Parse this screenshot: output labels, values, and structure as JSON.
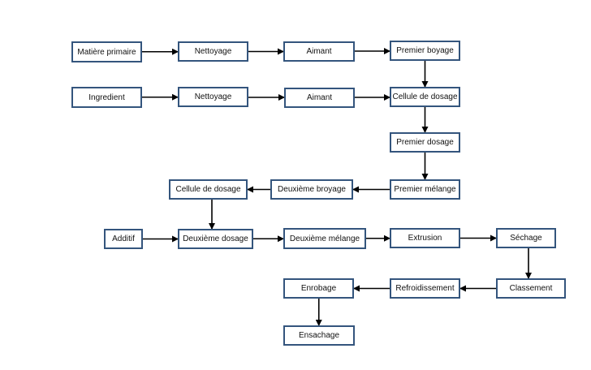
{
  "nodes": {
    "matiere_primaire": "Matière primaire",
    "nettoyage_1": "Nettoyage",
    "aimant_1": "Aimant",
    "premier_boyage": "Premier boyage",
    "ingredient": "Ingredient",
    "nettoyage_2": "Nettoyage",
    "aimant_2": "Aimant",
    "cellule_dosage_1": "Cellule de dosage",
    "premier_dosage": "Premier dosage",
    "premier_melange": "Premier mélange",
    "deuxieme_broyage": "Deuxième broyage",
    "cellule_dosage_2": "Cellule de dosage",
    "additif": "Additif",
    "deuxieme_dosage": "Deuxième dosage",
    "deuxieme_melange": "Deuxième mélange",
    "extrusion": "Extrusion",
    "sechage": "Séchage",
    "classement": "Classement",
    "refroidissement": "Refroidissement",
    "enrobage": "Enrobage",
    "ensachage": "Ensachage"
  },
  "edges": [
    [
      "matiere_primaire",
      "nettoyage_1"
    ],
    [
      "nettoyage_1",
      "aimant_1"
    ],
    [
      "aimant_1",
      "premier_boyage"
    ],
    [
      "premier_boyage",
      "cellule_dosage_1"
    ],
    [
      "ingredient",
      "nettoyage_2"
    ],
    [
      "nettoyage_2",
      "aimant_2"
    ],
    [
      "aimant_2",
      "cellule_dosage_1"
    ],
    [
      "cellule_dosage_1",
      "premier_dosage"
    ],
    [
      "premier_dosage",
      "premier_melange"
    ],
    [
      "premier_melange",
      "deuxieme_broyage"
    ],
    [
      "deuxieme_broyage",
      "cellule_dosage_2"
    ],
    [
      "cellule_dosage_2",
      "deuxieme_dosage"
    ],
    [
      "additif",
      "deuxieme_dosage"
    ],
    [
      "deuxieme_dosage",
      "deuxieme_melange"
    ],
    [
      "deuxieme_melange",
      "extrusion"
    ],
    [
      "extrusion",
      "sechage"
    ],
    [
      "sechage",
      "classement"
    ],
    [
      "classement",
      "refroidissement"
    ],
    [
      "refroidissement",
      "enrobage"
    ],
    [
      "enrobage",
      "ensachage"
    ]
  ]
}
